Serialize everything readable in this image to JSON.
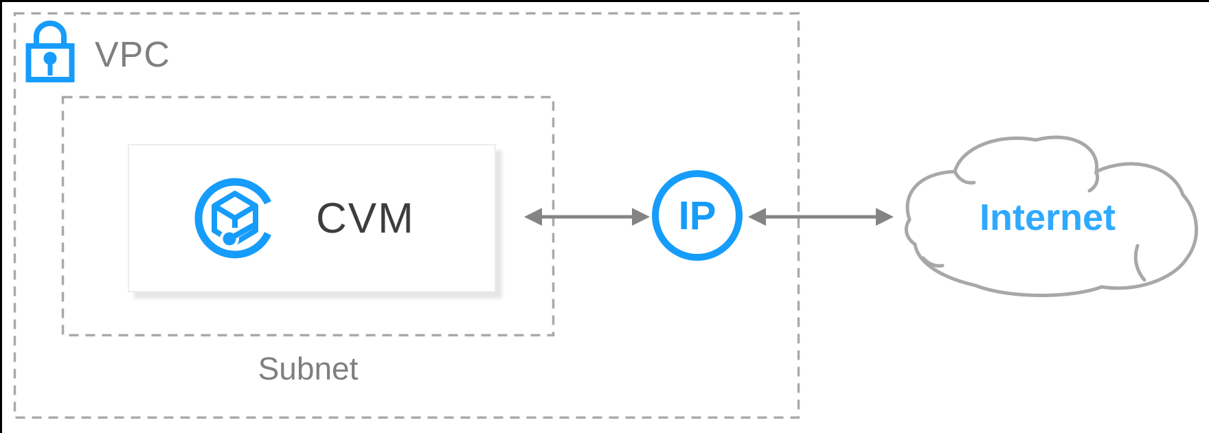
{
  "diagram": {
    "vpc_label": "VPC",
    "subnet_label": "Subnet",
    "cvm_label": "CVM",
    "ip_label": "IP",
    "internet_label": "Internet"
  },
  "icons": {
    "vpc": "lock-icon",
    "cvm": "cvm-cube-icon",
    "ip": "ip-badge-icon",
    "internet": "cloud-shape",
    "links": "double-headed-arrow"
  },
  "colors": {
    "icon_blue": "#169CFA",
    "internet_blue": "#2FA9FF",
    "dash_gray": "#a9a9a9",
    "label_gray": "#7f7f7f",
    "cvm_text_gray": "#3d3d3d",
    "arrow_gray": "#848484",
    "cloud_gray": "#a8a8a8",
    "card_white": "#ffffff"
  }
}
